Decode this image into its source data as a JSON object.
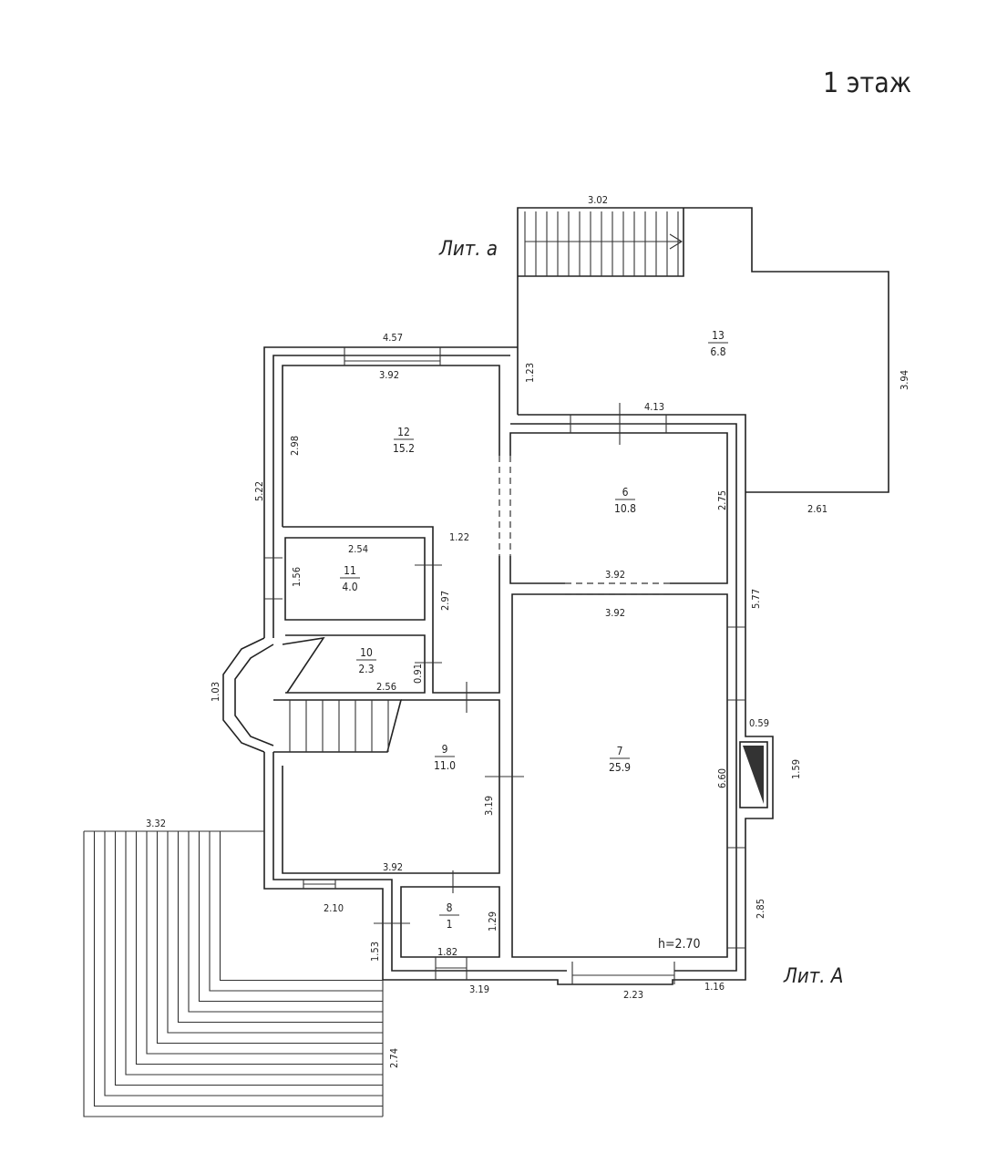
{
  "title": "1 этаж",
  "labels": {
    "lit_a_small": "Лит. а",
    "lit_a_big": "Лит. А",
    "height": "h=2.70"
  },
  "rooms": [
    {
      "num": "12",
      "area": "15.2"
    },
    {
      "num": "11",
      "area": "4.0"
    },
    {
      "num": "10",
      "area": "2.3"
    },
    {
      "num": "9",
      "area": "11.0"
    },
    {
      "num": "8",
      "area": "1"
    },
    {
      "num": "6",
      "area": "10.8"
    },
    {
      "num": "7",
      "area": "25.9"
    },
    {
      "num": "13",
      "area": "6.8"
    }
  ],
  "dims": {
    "d302": "3.02",
    "d457": "4.57",
    "d392a": "3.92",
    "d123": "1.23",
    "d394": "3.94",
    "d413": "4.13",
    "d298": "2.98",
    "d522": "5.22",
    "d275": "2.75",
    "d261": "2.61",
    "d122": "1.22",
    "d254": "2.54",
    "d156": "1.56",
    "d297": "2.97",
    "d392b": "3.92",
    "d392c": "3.92",
    "d577": "5.77",
    "d091": "0.91",
    "d256": "2.56",
    "d103": "1.03",
    "d059": "0.59",
    "d159": "1.59",
    "d660": "6.60",
    "d319a": "3.19",
    "d332": "3.32",
    "d392d": "3.92",
    "d210": "2.10",
    "d129": "1.29",
    "d182": "1.82",
    "d153": "1.53",
    "d319b": "3.19",
    "d223": "2.23",
    "d116": "1.16",
    "d285": "2.85",
    "d274": "2.74"
  }
}
